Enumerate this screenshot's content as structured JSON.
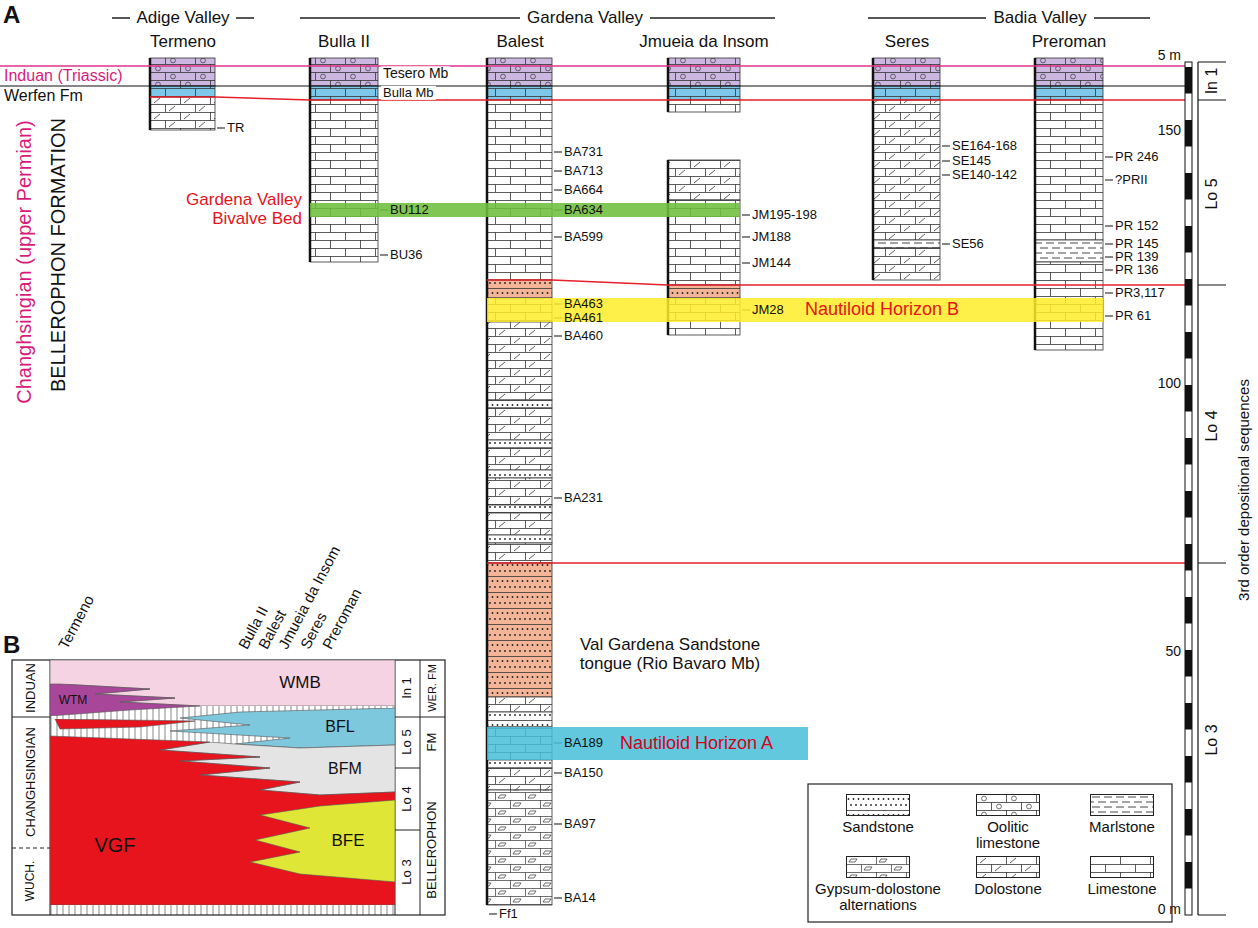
{
  "diagram": {
    "nodes": [
      {
        "text": [
          "Gardena Valley Bivalve Bed"
        ]
      },
      {
        "text": [
          "Nautiloid Horizon B"
        ]
      },
      {
        "text": [
          "Nautiloid Horizon A"
        ]
      },
      {
        "text": [
          "WMB"
        ]
      },
      {
        "text": [
          "WTM"
        ]
      },
      {
        "text": [
          "BFL"
        ]
      },
      {
        "text": [
          "BFM"
        ]
      },
      {
        "text": [
          "VGF"
        ]
      },
      {
        "text": [
          "BFE"
        ]
      }
    ],
    "labels": [
      "A",
      "Adige Valley",
      "Gardena Valley",
      "Badia Valley",
      "Termeno",
      "Bulla II",
      "Balest",
      "Jmueia da Insom",
      "Seres",
      "Preroman",
      "Induan (Triassic)",
      "Werfen Fm",
      "Changhsingian (upper Permian)",
      "BELLEROPHON FORMATION",
      "Tesero Mb",
      "Bulla Mb",
      "TR",
      "BU112",
      "BU36",
      "BA731",
      "BA713",
      "BA664",
      "BA634",
      "BA599",
      "BA463",
      "BA461",
      "BA460",
      "BA231",
      "BA189",
      "BA150",
      "BA97",
      "BA14",
      "Ff1",
      "JM195-198",
      "JM188",
      "JM144",
      "JM28",
      "SE164-168",
      "SE145",
      "SE140-142",
      "SE56",
      "PR 246",
      "?PRII",
      "PR 152",
      "PR 145",
      "PR 139",
      "PR 136",
      "PR3,117",
      "PR 61",
      "Val Gardena Sandstone tongue (Rio Bavaro Mb)",
      "5 m",
      "150",
      "100",
      "50",
      "0 m",
      "In 1",
      "Lo 5",
      "Lo 4",
      "Lo 3",
      "3rd order depositional sequences",
      "B",
      "Termeno",
      "Bulla II",
      "Balest",
      "Jmueia da Insom",
      "Seres",
      "Preroman",
      "INDUAN",
      "CHANGHSINGIAN",
      "WUCH.",
      "In 1",
      "Lo 5",
      "Lo 4",
      "Lo 3",
      "WER. FM",
      "FM",
      "BELLEROPHON"
    ],
    "legend": [
      {
        "text": "Sandstone"
      },
      {
        "text": "Oolitic limestone"
      },
      {
        "text": "Marlstone"
      },
      {
        "text": "Gypsum-dolostone alternations"
      },
      {
        "text": "Dolostone"
      },
      {
        "text": "Limestone"
      }
    ]
  }
}
